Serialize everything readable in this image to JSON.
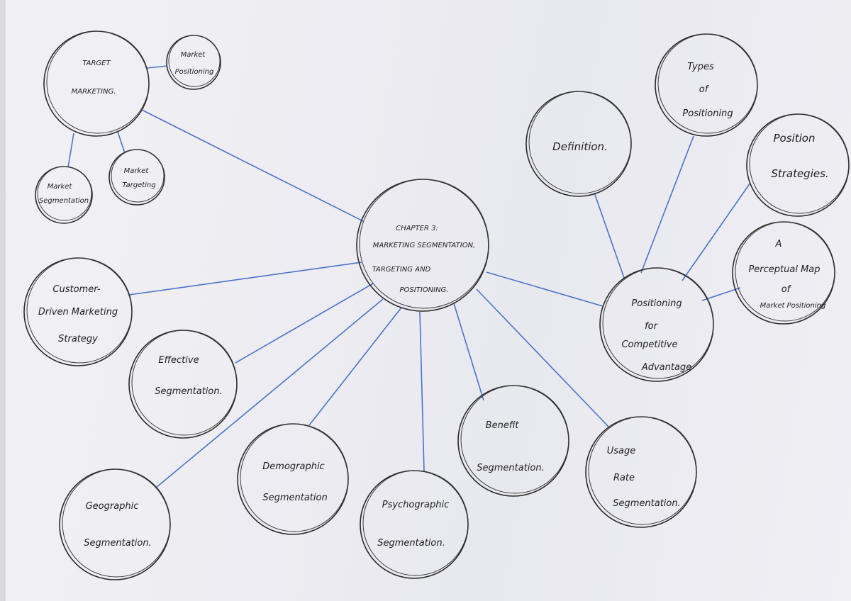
{
  "center": {
    "lines": [
      "CHAPTER 3:",
      "MARKETING SEGMENTATION,",
      "TARGETING AND",
      "POSITIONING."
    ]
  },
  "target_marketing": {
    "lines": [
      "TARGET",
      "MARKETING."
    ]
  },
  "market_positioning": {
    "lines": [
      "Market",
      "Positioning"
    ]
  },
  "market_segmentation": {
    "lines": [
      "Market",
      "Segmentation"
    ]
  },
  "market_targeting": {
    "lines": [
      "Market",
      "Targeting"
    ]
  },
  "customer_driven": {
    "lines": [
      "Customer-",
      "Driven Marketing",
      "Strategy"
    ]
  },
  "effective_segmentation": {
    "lines": [
      "Effective",
      "Segmentation."
    ]
  },
  "geographic_segmentation": {
    "lines": [
      "Geographic",
      "Segmentation."
    ]
  },
  "demographic_segmentation": {
    "lines": [
      "Demographic",
      "Segmentation"
    ]
  },
  "psychographic_segmentation": {
    "lines": [
      "Psychographic",
      "Segmentation."
    ]
  },
  "benefit_segmentation": {
    "lines": [
      "Benefit",
      "Segmentation."
    ]
  },
  "usage_rate_segmentation": {
    "lines": [
      "Usage",
      "Rate",
      "Segmentation."
    ]
  },
  "positioning_competitive": {
    "lines": [
      "Positioning",
      "for",
      "Competitive",
      "Advantage"
    ]
  },
  "definition": {
    "lines": [
      "Definition."
    ]
  },
  "types_of_positioning": {
    "lines": [
      "Types",
      "of",
      "Positioning"
    ]
  },
  "position_strategies": {
    "lines": [
      "Position",
      "Strategies."
    ]
  },
  "perceptual_map": {
    "lines": [
      "A",
      "Perceptual Map",
      "of",
      "Market Positioning"
    ]
  }
}
